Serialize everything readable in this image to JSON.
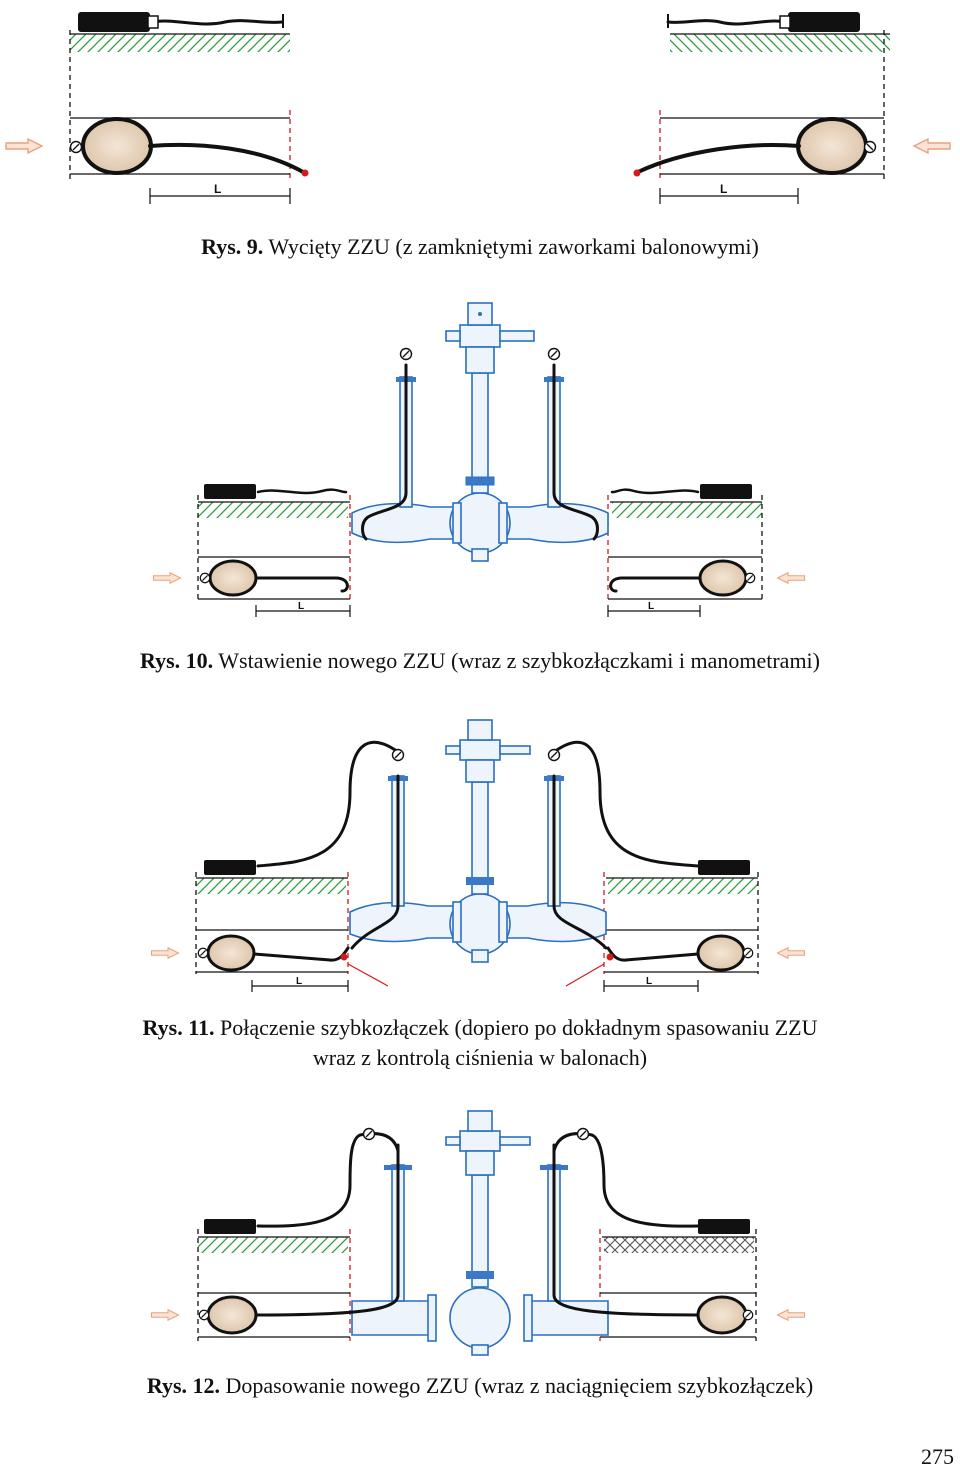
{
  "figures": [
    {
      "id": "rys9",
      "label": "Rys. 9.",
      "caption": "Wycięty ZZU (z zamkniętymi zaworkami balonowymi)"
    },
    {
      "id": "rys10",
      "label": "Rys. 10.",
      "caption": "Wstawienie nowego ZZU (wraz z szybkozłączkami i manometrami)"
    },
    {
      "id": "rys11",
      "label": "Rys. 11.",
      "caption": "Połączenie szybkozłączek (dopiero po dokładnym spasowaniu ZZU",
      "caption_line2": "wraz z kontrolą ciśnienia w balonach)"
    },
    {
      "id": "rys12",
      "label": "Rys. 12.",
      "caption": "Dopasowanie nowego ZZU (wraz z naciągnięciem szybkozłączek)"
    }
  ],
  "dimension_label": "L",
  "page_number": "275",
  "colors": {
    "pipe": "#2a6fc0",
    "grass": "#2e9e3c",
    "balloon": "#e8d7c4",
    "cut": "#d01c1c",
    "arrow": "#e9a27e"
  }
}
